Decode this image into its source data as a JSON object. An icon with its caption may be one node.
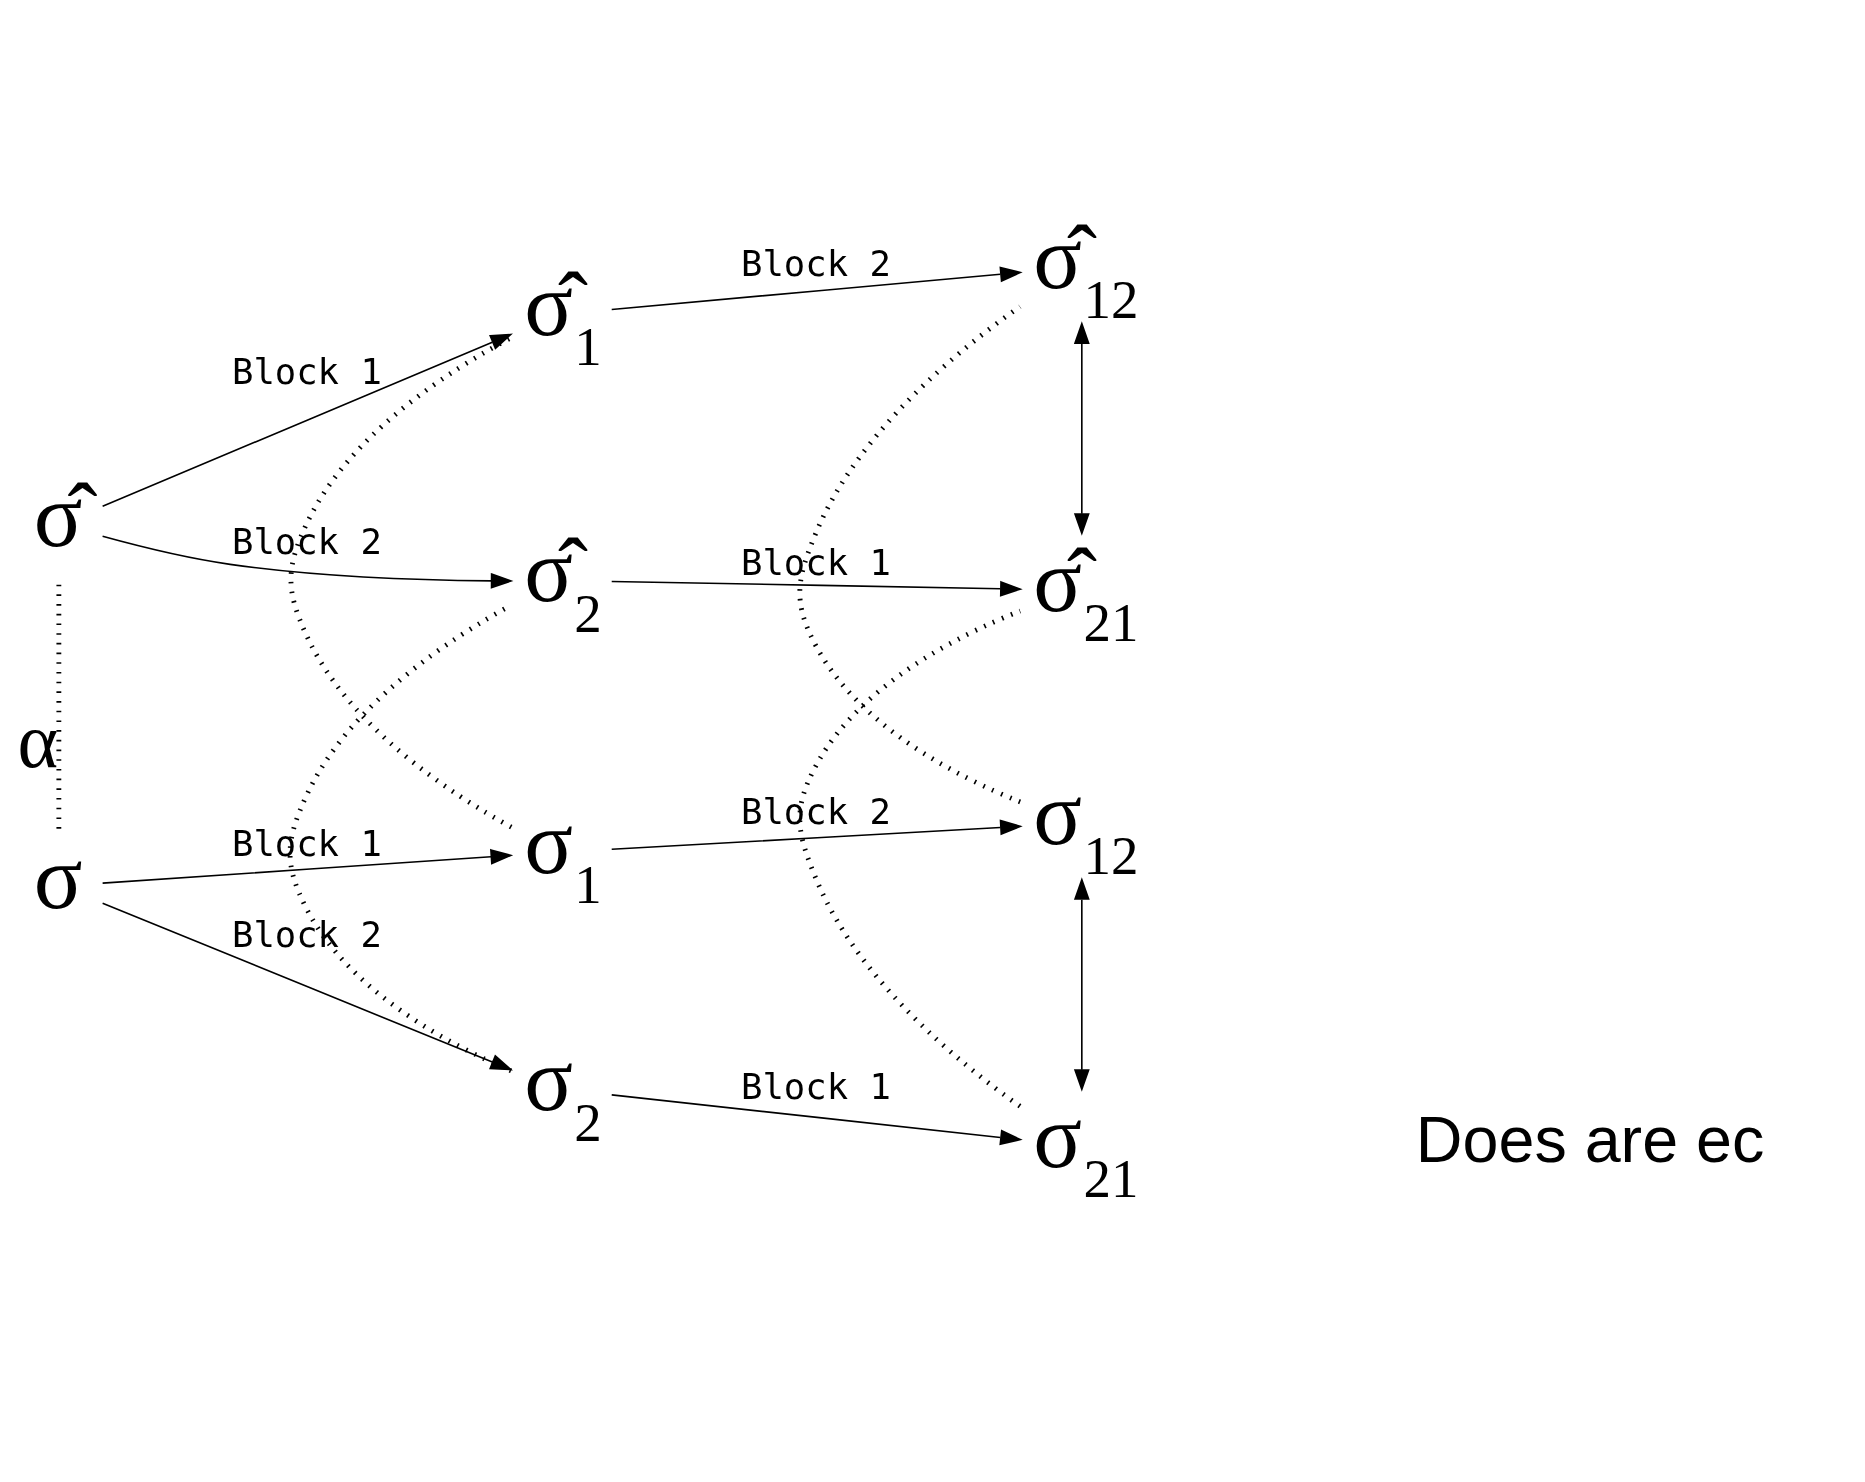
{
  "diagram": {
    "nodes": [
      {
        "text": [
          "σ̂"
        ]
      },
      {
        "text": [
          "σ̂$_{1}$"
        ]
      },
      {
        "text": [
          "σ̂$_{12}$"
        ]
      },
      {
        "text": [
          "σ̂$_{2}$"
        ]
      },
      {
        "text": [
          "σ̂$_{21}$"
        ]
      },
      {
        "text": [
          "σ"
        ]
      },
      {
        "text": [
          "σ$_{1}$"
        ]
      },
      {
        "text": [
          "σ$_{12}$"
        ]
      },
      {
        "text": [
          "σ$_{2}$"
        ]
      },
      {
        "text": [
          "σ$_{21}$"
        ]
      }
    ],
    "edges": [
      {
        "from": 0,
        "to": 1,
        "arrow": "to",
        "label": "Block 1"
      },
      {
        "from": 1,
        "to": 2,
        "arrow": "to",
        "label": "Block 2"
      },
      {
        "from": 0,
        "to": 3,
        "arrow": "to",
        "label": "Block 2"
      },
      {
        "from": 3,
        "to": 4,
        "arrow": "to",
        "label": "Block 1"
      },
      {
        "from": 5,
        "to": 6,
        "arrow": "to",
        "label": "Block 1"
      },
      {
        "from": 6,
        "to": 7,
        "arrow": "to",
        "label": "Block 2"
      },
      {
        "from": 5,
        "to": 8,
        "arrow": "to",
        "label": "Block 2"
      },
      {
        "from": 8,
        "to": 9,
        "arrow": "to",
        "label": "Block 1"
      },
      {
        "from": 5,
        "to": 0,
        "arrow": "none",
        "style": "dashed",
        "label": "α"
      },
      {
        "from": 6,
        "to": 1,
        "arrow": "none",
        "style": "dashed"
      },
      {
        "from": 8,
        "to": 3,
        "arrow": "none",
        "style": "dashed"
      },
      {
        "from": 7,
        "to": 2,
        "arrow": "none",
        "style": "dashed"
      },
      {
        "from": 9,
        "to": 4,
        "arrow": "none",
        "style": "dashed"
      },
      {
        "from": 2,
        "to": 4,
        "arrow": "both"
      },
      {
        "from": 7,
        "to": 9,
        "arrow": "both"
      }
    ],
    "labels": [
      "Does are ec"
    ]
  }
}
